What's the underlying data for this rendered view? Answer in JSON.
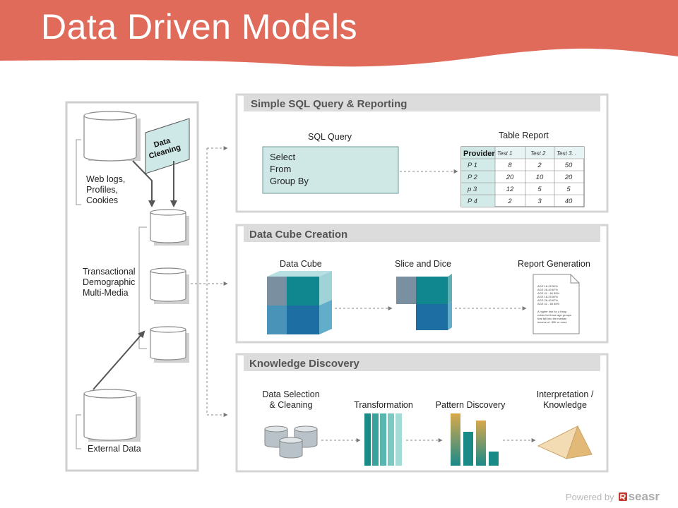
{
  "slide": {
    "title": "Data Driven Models",
    "colors": {
      "banner": "#e06b5a",
      "section_header": "#dcdcdc",
      "teal": "#1a8f8f",
      "blue": "#2a6ea0"
    }
  },
  "left_panel": {
    "data_cleaning": [
      "Data",
      "Cleaning"
    ],
    "sources_label": [
      "Web logs,",
      "Profiles,",
      "Cookies"
    ],
    "warehouse_label": [
      "Transactional",
      "Demographic",
      "Multi-Media"
    ],
    "external_label": "External Data"
  },
  "sections": {
    "sql": {
      "header": "Simple SQL Query & Reporting",
      "query_label": "SQL Query",
      "query_lines": [
        "Select",
        "From",
        "Group By"
      ],
      "report_label": "Table Report",
      "table": {
        "headers": [
          "Provider",
          "Test 1",
          "Test 2",
          "Test 3. ."
        ],
        "rows": [
          [
            "P 1",
            "8",
            "2",
            "50"
          ],
          [
            "P 2",
            "20",
            "10",
            "20"
          ],
          [
            "p 3",
            "12",
            "5",
            "5"
          ],
          [
            "P 4",
            "2",
            "3",
            "40"
          ]
        ]
      }
    },
    "cube": {
      "header": "Data Cube Creation",
      "labels": [
        "Data Cube",
        "Slice and Dice",
        "Report Generation"
      ],
      "report_doc_lines": [
        "AGE 18-25  50%",
        "AGE 26-40  67%",
        "AGE 41 - 60  85%",
        "AGE 18-25  50%",
        "AGE 26-40  67%",
        "AGE 41 - 60  85%",
        "A higher risk for a thing",
        "exists for those age groups",
        "that fall into the median",
        "income of .30K or more"
      ]
    },
    "kd": {
      "header": "Knowledge Discovery",
      "labels": [
        [
          "Data Selection",
          "& Cleaning"
        ],
        [
          "Transformation"
        ],
        [
          "Pattern Discovery"
        ],
        [
          "Interpretation /",
          "Knowledge"
        ]
      ]
    }
  },
  "footer": {
    "powered_by": "Powered by",
    "brand": "seasr"
  }
}
